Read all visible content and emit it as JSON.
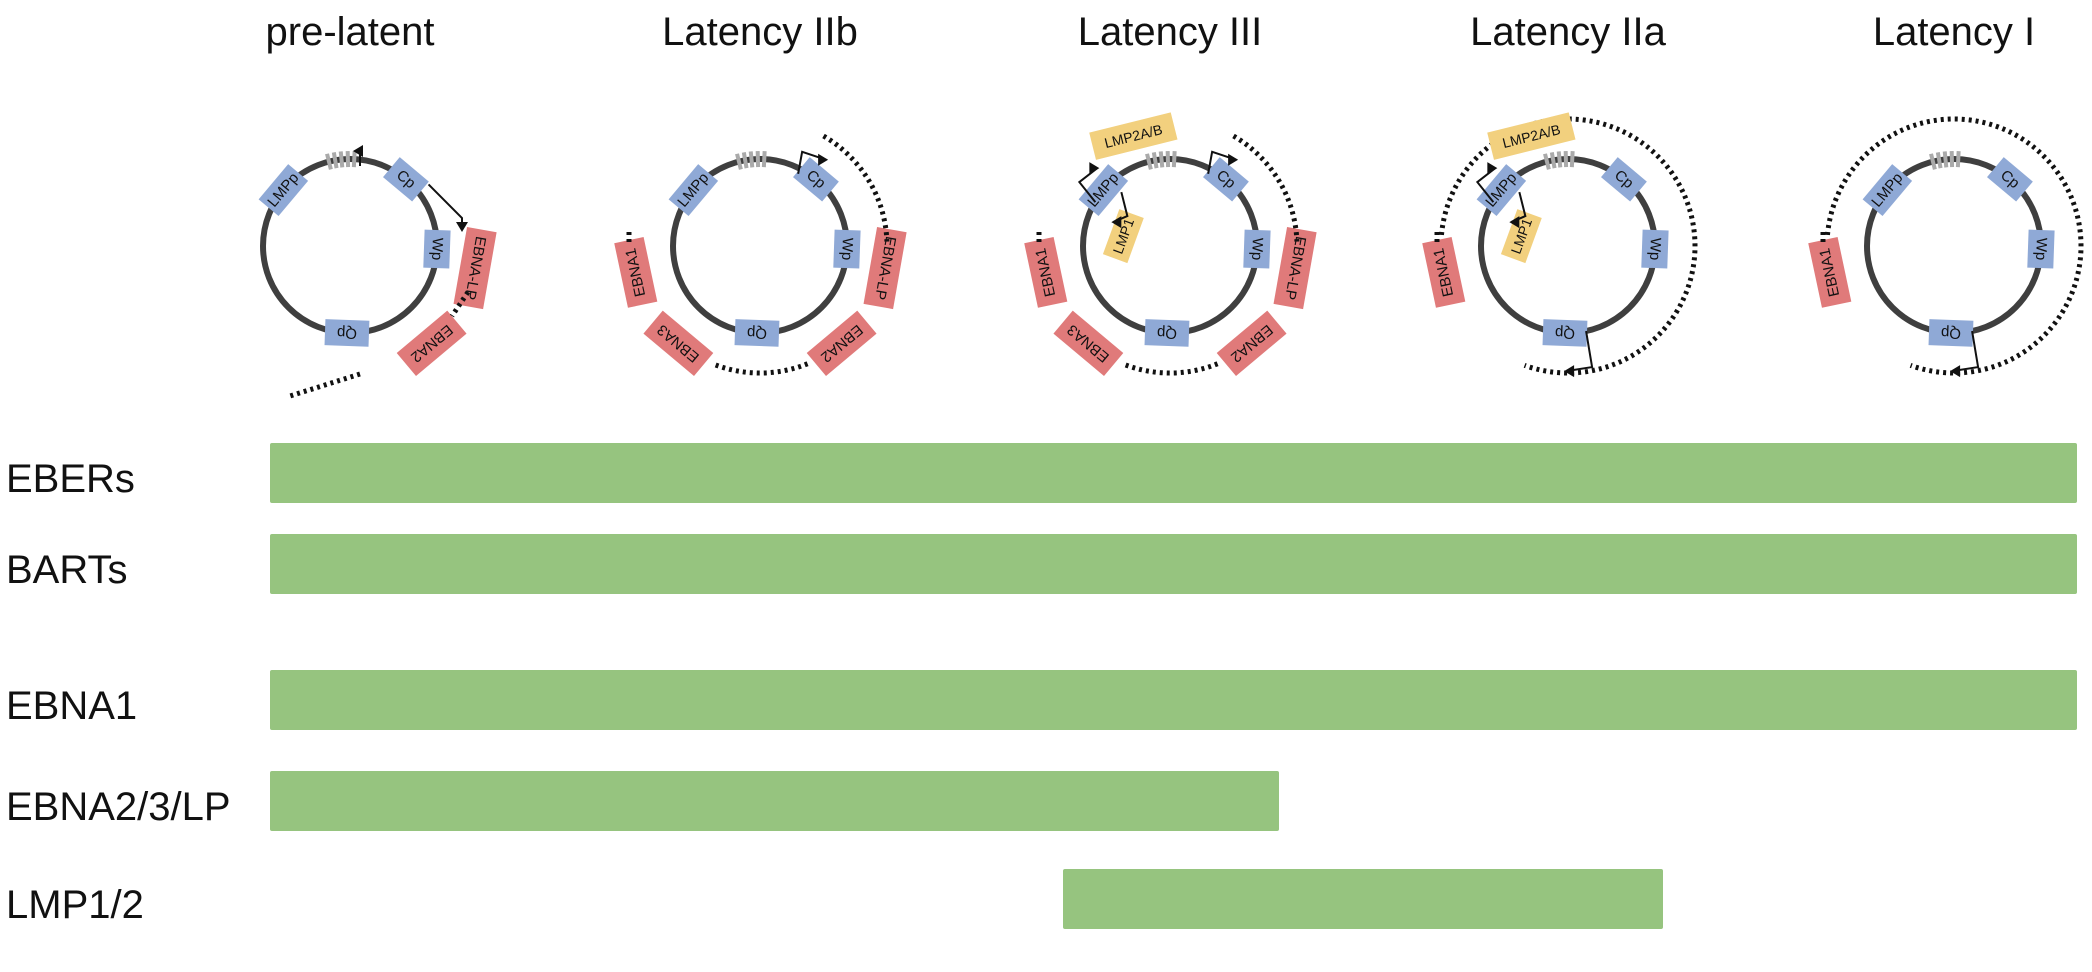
{
  "colors": {
    "promoter": "#8fa9d6",
    "ebna": "#e07a7a",
    "lmp": "#f2d07e",
    "bar": "#96c47f",
    "genome": "#3f3f3f"
  },
  "columns": [
    {
      "id": "pre-latent",
      "title": "pre-latent",
      "promoters": [
        "LMPp",
        "Cp",
        "Wp",
        "Qp"
      ],
      "ebna": [
        "EBNA-LP",
        "EBNA2"
      ],
      "lmp": []
    },
    {
      "id": "latency-iib",
      "title": "Latency IIb",
      "promoters": [
        "LMPp",
        "Cp",
        "Wp",
        "Qp"
      ],
      "ebna": [
        "EBNA-LP",
        "EBNA2",
        "EBNA3",
        "EBNA1"
      ],
      "lmp": []
    },
    {
      "id": "latency-iii",
      "title": "Latency III",
      "promoters": [
        "LMPp",
        "Cp",
        "Wp",
        "Qp"
      ],
      "ebna": [
        "EBNA-LP",
        "EBNA2",
        "EBNA3",
        "EBNA1"
      ],
      "lmp": [
        "LMP2A/B",
        "LMP1"
      ]
    },
    {
      "id": "latency-iia",
      "title": "Latency IIa",
      "promoters": [
        "LMPp",
        "Cp",
        "Wp",
        "Qp"
      ],
      "ebna": [
        "EBNA1"
      ],
      "lmp": [
        "LMP2A/B",
        "LMP1"
      ]
    },
    {
      "id": "latency-i",
      "title": "Latency I",
      "promoters": [
        "LMPp",
        "Cp",
        "Wp",
        "Qp"
      ],
      "ebna": [
        "EBNA1"
      ],
      "lmp": []
    }
  ],
  "rows": [
    {
      "label": "EBERs",
      "from": "pre-latent",
      "to": "latency-i"
    },
    {
      "label": "BARTs",
      "from": "pre-latent",
      "to": "latency-i"
    },
    {
      "label": "EBNA1",
      "from": "pre-latent",
      "to": "latency-i"
    },
    {
      "label": "EBNA2/3/LP",
      "from": "pre-latent",
      "to": "latency-iii"
    },
    {
      "label": "LMP1/2",
      "from": "latency-iii",
      "to": "latency-iia"
    }
  ]
}
